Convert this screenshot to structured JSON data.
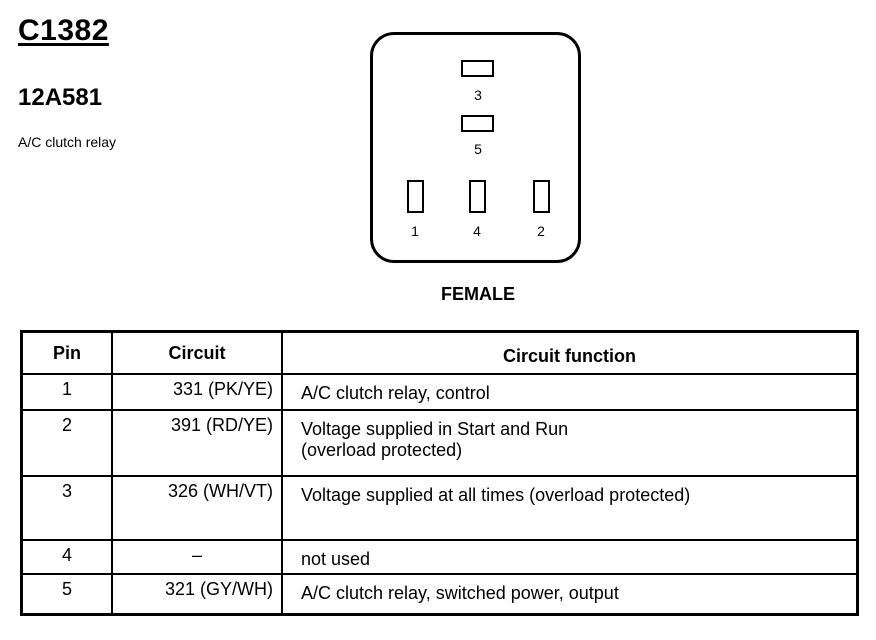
{
  "header": {
    "connector_id": "C1382",
    "part_number": "12A581",
    "component_name": "A/C clutch relay"
  },
  "connector_view": {
    "pin_labels": [
      "3",
      "5",
      "1",
      "4",
      "2"
    ],
    "gender": "FEMALE"
  },
  "table": {
    "columns": [
      "Pin",
      "Circuit",
      "Circuit function"
    ],
    "rows": [
      {
        "pin": "1",
        "circuit": "331 (PK/YE)",
        "function": [
          "A/C clutch relay, control"
        ]
      },
      {
        "pin": "2",
        "circuit": "391 (RD/YE)",
        "function": [
          "Voltage supplied in Start and Run",
          "(overload protected)"
        ]
      },
      {
        "pin": "3",
        "circuit": "326 (WH/VT)",
        "function": [
          "Voltage supplied at all times (overload protected)"
        ]
      },
      {
        "pin": "4",
        "circuit": "–",
        "function": [
          "not used"
        ]
      },
      {
        "pin": "5",
        "circuit": "321 (GY/WH)",
        "function": [
          "A/C clutch relay, switched power, output"
        ]
      }
    ]
  }
}
